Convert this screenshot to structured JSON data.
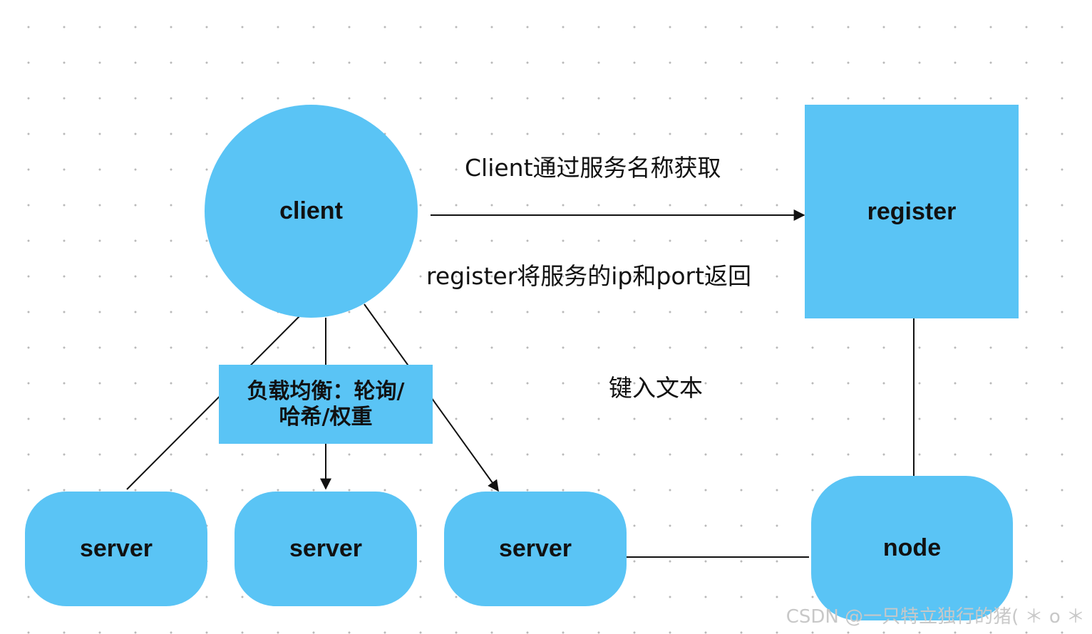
{
  "colors": {
    "node_fill": "#5ac4f5",
    "edge": "#111111",
    "text": "#111111",
    "dot_grid": "#b9b9b9"
  },
  "nodes": {
    "client": {
      "label": "client",
      "shape": "circle"
    },
    "register": {
      "label": "register",
      "shape": "square"
    },
    "server_left": {
      "label": "server",
      "shape": "rounded"
    },
    "server_middle": {
      "label": "server",
      "shape": "rounded"
    },
    "server_right": {
      "label": "server",
      "shape": "rounded"
    },
    "node": {
      "label": "node",
      "shape": "rounded"
    }
  },
  "load_balancer": {
    "line1": "负载均衡：轮询/",
    "line2": "哈希/权重"
  },
  "edges": [
    {
      "from": "client",
      "to": "register",
      "arrow": true
    },
    {
      "from": "client",
      "to": "server_left",
      "arrow": false
    },
    {
      "from": "client",
      "to": "server_middle",
      "arrow": true
    },
    {
      "from": "client",
      "to": "server_right",
      "arrow": true
    },
    {
      "from": "register",
      "to": "node",
      "arrow": false
    },
    {
      "from": "server_right",
      "to": "node",
      "arrow": false
    }
  ],
  "edge_labels": {
    "request": "Client通过服务名称获取",
    "response": "register将服务的ip和port返回",
    "placeholder": "键入文本"
  },
  "watermark": "CSDN @一只特立独行的猪( ＊ o ＊"
}
